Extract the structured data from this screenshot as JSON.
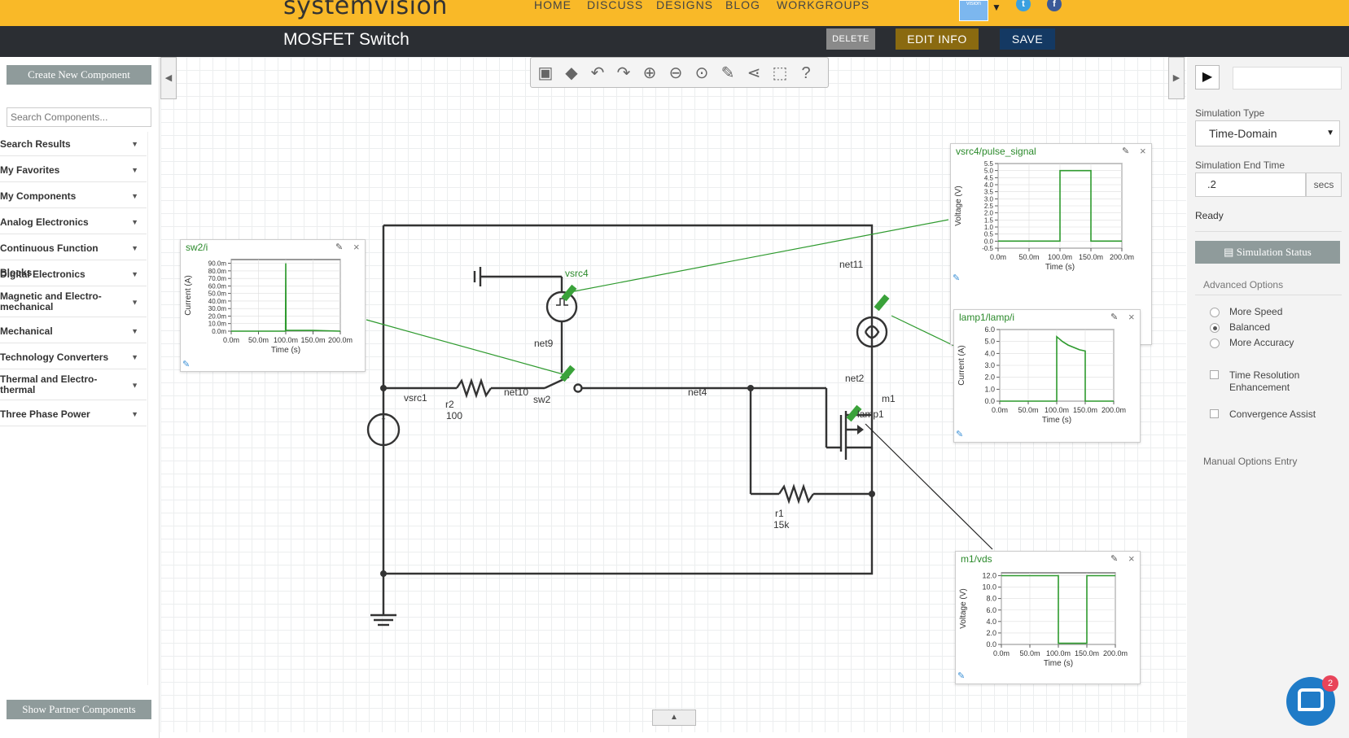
{
  "topbar": {
    "logo": "systemvision",
    "nav": [
      "HOME",
      "DISCUSS",
      "DESIGNS",
      "BLOG",
      "WORKGROUPS"
    ],
    "avatar_text": "vision"
  },
  "design": {
    "title": "MOSFET Switch",
    "delete_label": "DELETE",
    "edit_label": "EDIT INFO",
    "save_label": "SAVE"
  },
  "left": {
    "create_label": "Create New Component",
    "search_placeholder": "Search Components...",
    "categories": [
      "Search Results",
      "My Favorites",
      "My Components",
      "Analog Electronics",
      "Continuous Function Blocks",
      "Digital Electronics",
      "Magnetic and Electro-mechanical",
      "Mechanical",
      "Technology Converters",
      "Thermal and Electro-thermal",
      "Three Phase Power"
    ],
    "partner_label": "Show Partner Components"
  },
  "right": {
    "sim_type_label": "Simulation Type",
    "sim_type_value": "Time-Domain",
    "end_time_label": "Simulation End Time",
    "end_time_value": ".2",
    "end_time_unit": "secs",
    "status_text": "Ready",
    "status_button": "Simulation Status",
    "advanced_label": "Advanced Options",
    "speed_options": [
      "More Speed",
      "Balanced",
      "More Accuracy"
    ],
    "speed_selected": "Balanced",
    "checkboxes": [
      "Time Resolution Enhancement",
      "Convergence Assist"
    ],
    "manual_label": "Manual Options Entry"
  },
  "chat_badge": "2",
  "schematic": {
    "labels": {
      "vsrc4": "vsrc4",
      "net9": "net9",
      "net10": "net10",
      "sw2": "sw2",
      "vsrc1": "vsrc1",
      "r2": "r2",
      "r2_value": "100",
      "net4": "net4",
      "net11": "net11",
      "net2": "net2",
      "m1": "m1",
      "lamp1": "lamp1",
      "r1": "r1",
      "r1_value": "15k"
    }
  },
  "chart_data": [
    {
      "type": "line",
      "title": "sw2/i",
      "xlabel": "Time (s)",
      "ylabel": "Current (A)",
      "x_ticks": [
        "0.0m",
        "50.0m",
        "100.0m",
        "150.0m",
        "200.0m"
      ],
      "y_ticks": [
        "0.0m",
        "10.0m",
        "20.0m",
        "30.0m",
        "40.0m",
        "50.0m",
        "60.0m",
        "70.0m",
        "80.0m",
        "90.0m"
      ],
      "xlim": [
        0,
        200
      ],
      "ylim": [
        0,
        95
      ],
      "x_unit": "ms",
      "y_unit": "mA",
      "series": [
        {
          "x": [
            0,
            99.5,
            100,
            100.5,
            150,
            200
          ],
          "y": [
            0,
            0,
            90,
            1,
            1,
            0
          ]
        }
      ]
    },
    {
      "type": "line",
      "title": "vsrc4/pulse_signal",
      "xlabel": "Time (s)",
      "ylabel": "Voltage (V)",
      "x_ticks": [
        "0.0m",
        "50.0m",
        "100.0m",
        "150.0m",
        "200.0m"
      ],
      "y_ticks": [
        "-0.5",
        "0.0",
        "0.5",
        "1.0",
        "1.5",
        "2.0",
        "2.5",
        "3.0",
        "3.5",
        "4.0",
        "4.5",
        "5.0",
        "5.5"
      ],
      "xlim": [
        0,
        200
      ],
      "ylim": [
        -0.5,
        5.5
      ],
      "x_unit": "ms",
      "series": [
        {
          "x": [
            0,
            100,
            100,
            150,
            150,
            200
          ],
          "y": [
            0,
            0,
            5,
            5,
            0,
            0
          ]
        }
      ]
    },
    {
      "type": "line",
      "title": "lamp1/lamp/i",
      "xlabel": "Time (s)",
      "ylabel": "Current (A)",
      "x_ticks": [
        "0.0m",
        "50.0m",
        "100.0m",
        "150.0m",
        "200.0m"
      ],
      "y_ticks": [
        "0.0",
        "1.0",
        "2.0",
        "3.0",
        "4.0",
        "5.0",
        "6.0"
      ],
      "xlim": [
        0,
        200
      ],
      "ylim": [
        0,
        6
      ],
      "x_unit": "ms",
      "series": [
        {
          "x": [
            0,
            100,
            100,
            110,
            120,
            130,
            140,
            150,
            150,
            200
          ],
          "y": [
            0,
            0,
            5.4,
            5.0,
            4.7,
            4.5,
            4.3,
            4.2,
            0,
            0
          ]
        }
      ]
    },
    {
      "type": "line",
      "title": "m1/vds",
      "xlabel": "Time (s)",
      "ylabel": "Voltage (V)",
      "x_ticks": [
        "0.0m",
        "50.0m",
        "100.0m",
        "150.0m",
        "200.0m"
      ],
      "y_ticks": [
        "0.0",
        "2.0",
        "4.0",
        "6.0",
        "8.0",
        "10.0",
        "12.0"
      ],
      "xlim": [
        0,
        200
      ],
      "ylim": [
        0,
        12.5
      ],
      "x_unit": "ms",
      "series": [
        {
          "x": [
            0,
            100,
            100,
            150,
            150,
            200
          ],
          "y": [
            12,
            12,
            0.2,
            0.2,
            12,
            12
          ]
        }
      ]
    }
  ]
}
